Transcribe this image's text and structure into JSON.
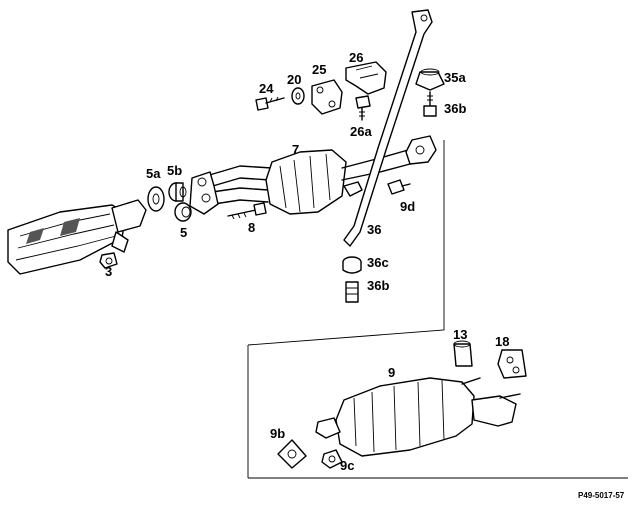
{
  "callouts": {
    "c24": "24",
    "c20": "20",
    "c25": "25",
    "c26": "26",
    "c26a": "26a",
    "c35a": "35a",
    "c36b_top": "36b",
    "c7": "7",
    "c5a": "5a",
    "c5b": "5b",
    "c5": "5",
    "c8": "8",
    "c9d": "9d",
    "c36": "36",
    "c36c": "36c",
    "c36b_mid": "36b",
    "c3": "3",
    "c13": "13",
    "c18": "18",
    "c9": "9",
    "c9b": "9b",
    "c9c": "9c"
  },
  "doc_reference": "P49-5017-57"
}
